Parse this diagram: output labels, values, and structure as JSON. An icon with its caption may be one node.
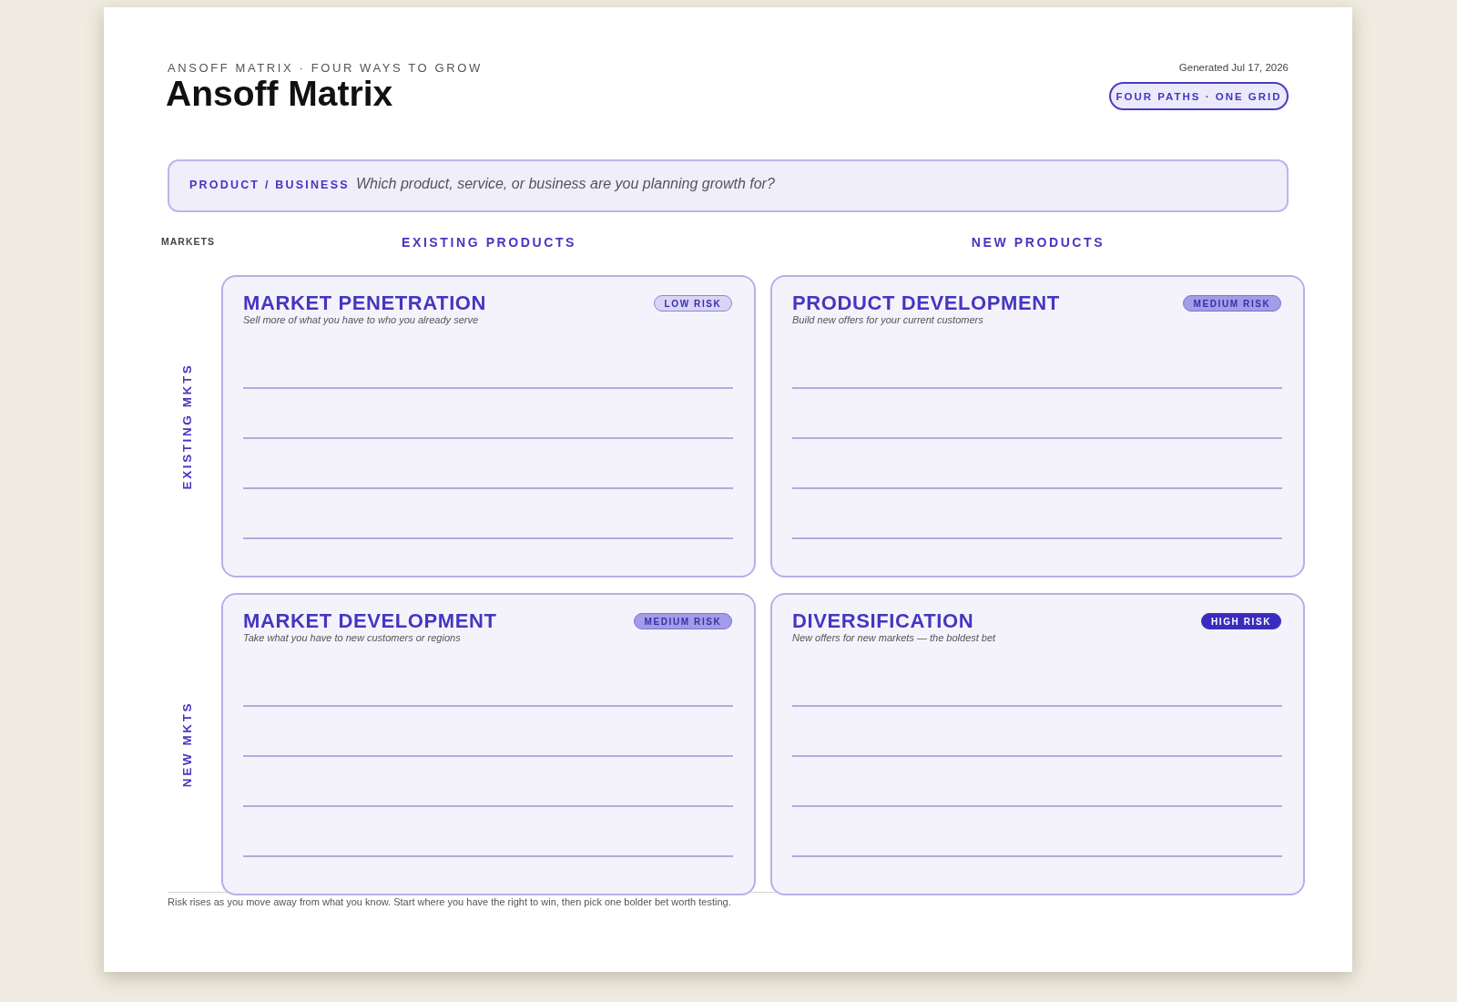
{
  "diagram": {
    "title": "Ansoff Matrix",
    "caption": "Risk rises as you move away from what you know. Start where you have the right to win, then pick one bolder bet worth testing.",
    "nodes": [
      {
        "text": [
          "FOUR PATHS · ONE GRID"
        ]
      },
      {
        "text": [
          "PRODUCT / BUSINESS",
          "Which product, service, or business are you planning growth for?"
        ]
      },
      {
        "text": [
          "MARKET PENETRATION",
          "Sell more of what you have to who you already serve"
        ]
      },
      {
        "text": [
          "LOW RISK"
        ],
        "in": 2
      },
      {
        "text": [
          "PRODUCT DEVELOPMENT",
          "Build new offers for your current customers"
        ]
      },
      {
        "text": [
          "MEDIUM RISK"
        ],
        "in": 4
      },
      {
        "text": [
          "MARKET DEVELOPMENT",
          "Take what you have to new customers or regions"
        ]
      },
      {
        "text": [
          "MEDIUM RISK"
        ],
        "in": 6
      },
      {
        "text": [
          "DIVERSIFICATION",
          "New offers for new markets — the boldest bet"
        ]
      },
      {
        "text": [
          "HIGH RISK"
        ],
        "in": 8
      }
    ],
    "labels": [
      "ANSOFF MATRIX · FOUR WAYS TO GROW",
      "Generated Jul 17, 2026",
      "MARKETS",
      "EXISTING PRODUCTS",
      "NEW PRODUCTS",
      "EXISTING MKTS",
      "NEW MKTS"
    ]
  }
}
